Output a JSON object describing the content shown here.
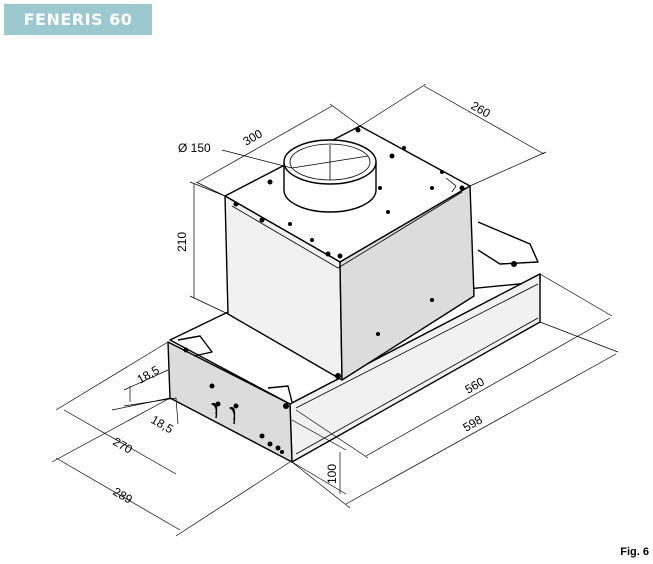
{
  "header": {
    "model_title": "FENERIS 60",
    "badge_color": "#9cc9cf"
  },
  "figure": {
    "label": "Fig. 6"
  },
  "dimensions": {
    "duct_diameter": "Ø 150",
    "motor_width": "300",
    "motor_depth": "260",
    "motor_height": "210",
    "inner_width": "560",
    "outer_width": "598",
    "body_height": "100",
    "inner_depth": "270",
    "outer_depth": "289",
    "offset_top": "18,5",
    "offset_bottom": "18,5"
  }
}
